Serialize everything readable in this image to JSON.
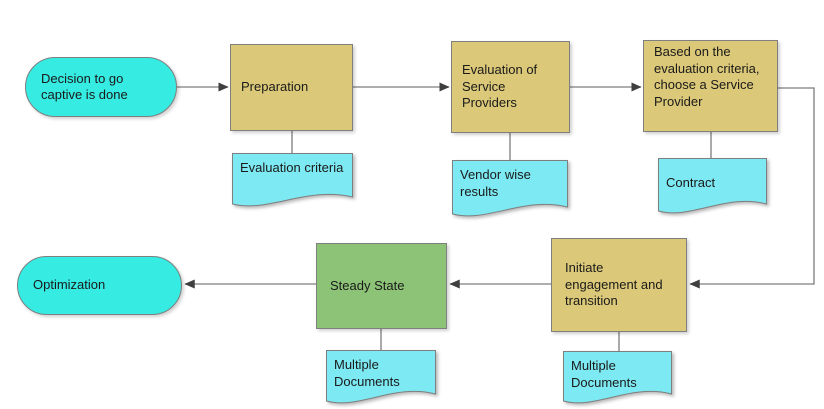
{
  "diagram_type": "flowchart",
  "colors": {
    "terminator_fill": "#35ebe2",
    "process_fill": "#dbc878",
    "steady_state_fill": "#8dc377",
    "document_fill": "#7de9f2",
    "shape_border": "#7f7f7f",
    "connector": "#7d7d7d",
    "arrowhead": "#3f3f3f",
    "text": "#1a1a1a",
    "background": "#ffffff"
  },
  "nodes": {
    "decision": {
      "label": "Decision to go captive is done",
      "shape": "terminator"
    },
    "preparation": {
      "label": "Preparation",
      "shape": "process"
    },
    "evaluation": {
      "label": "Evaluation of Service Providers",
      "shape": "process"
    },
    "choose": {
      "label": "Based on the evaluation criteria, choose a Service Provider",
      "shape": "process"
    },
    "evaluation_criteria": {
      "label": "Evaluation criteria",
      "shape": "document"
    },
    "vendor_results": {
      "label": "Vendor wise results",
      "shape": "document"
    },
    "contract": {
      "label": "Contract",
      "shape": "document"
    },
    "optimization": {
      "label": "Optimization",
      "shape": "terminator"
    },
    "steady_state": {
      "label": "Steady State",
      "shape": "process"
    },
    "initiate": {
      "label": "Initiate engagement and transition",
      "shape": "process"
    },
    "multiple_docs_steady": {
      "label": "Multiple Documents",
      "shape": "document"
    },
    "multiple_docs_initiate": {
      "label": "Multiple Documents",
      "shape": "document"
    }
  },
  "edges": [
    {
      "from": "decision",
      "to": "preparation",
      "type": "arrow"
    },
    {
      "from": "preparation",
      "to": "evaluation",
      "type": "arrow"
    },
    {
      "from": "evaluation",
      "to": "choose",
      "type": "arrow"
    },
    {
      "from": "choose",
      "to": "initiate",
      "type": "arrow"
    },
    {
      "from": "initiate",
      "to": "steady_state",
      "type": "arrow"
    },
    {
      "from": "steady_state",
      "to": "optimization",
      "type": "arrow"
    },
    {
      "from": "preparation",
      "to": "evaluation_criteria",
      "type": "line"
    },
    {
      "from": "evaluation",
      "to": "vendor_results",
      "type": "line"
    },
    {
      "from": "choose",
      "to": "contract",
      "type": "line"
    },
    {
      "from": "steady_state",
      "to": "multiple_docs_steady",
      "type": "line"
    },
    {
      "from": "initiate",
      "to": "multiple_docs_initiate",
      "type": "line"
    }
  ]
}
